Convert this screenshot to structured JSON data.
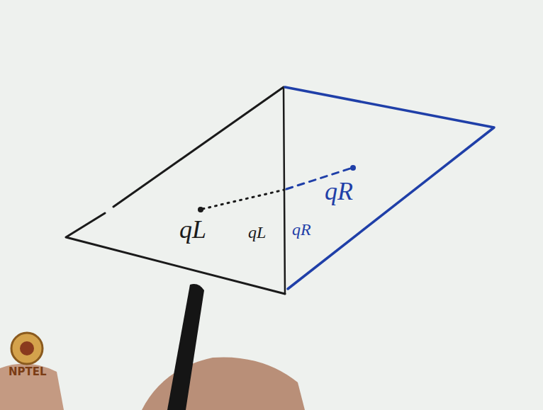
{
  "diagram": {
    "labels": [
      "qL",
      "qL",
      "qR",
      "qR",
      "NPTEL"
    ]
  }
}
